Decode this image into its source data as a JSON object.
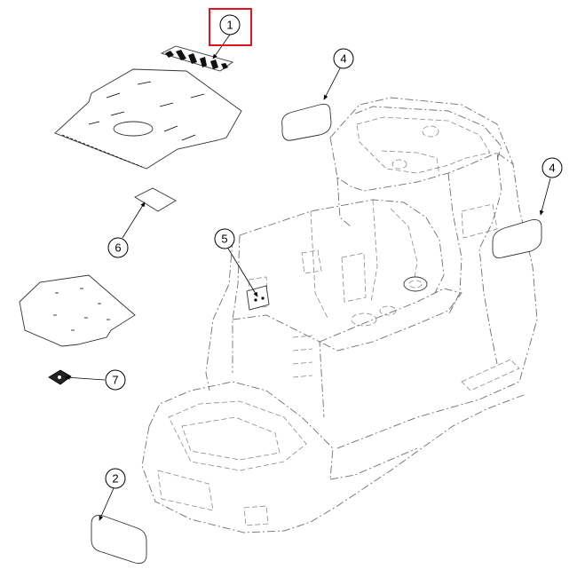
{
  "callouts": [
    {
      "id": "1",
      "label": "1"
    },
    {
      "id": "2",
      "label": "2"
    },
    {
      "id": "4a",
      "label": "4"
    },
    {
      "id": "4b",
      "label": "4"
    },
    {
      "id": "5",
      "label": "5"
    },
    {
      "id": "6",
      "label": "6"
    },
    {
      "id": "7",
      "label": "7"
    }
  ],
  "highlight_color": "#e0141e"
}
